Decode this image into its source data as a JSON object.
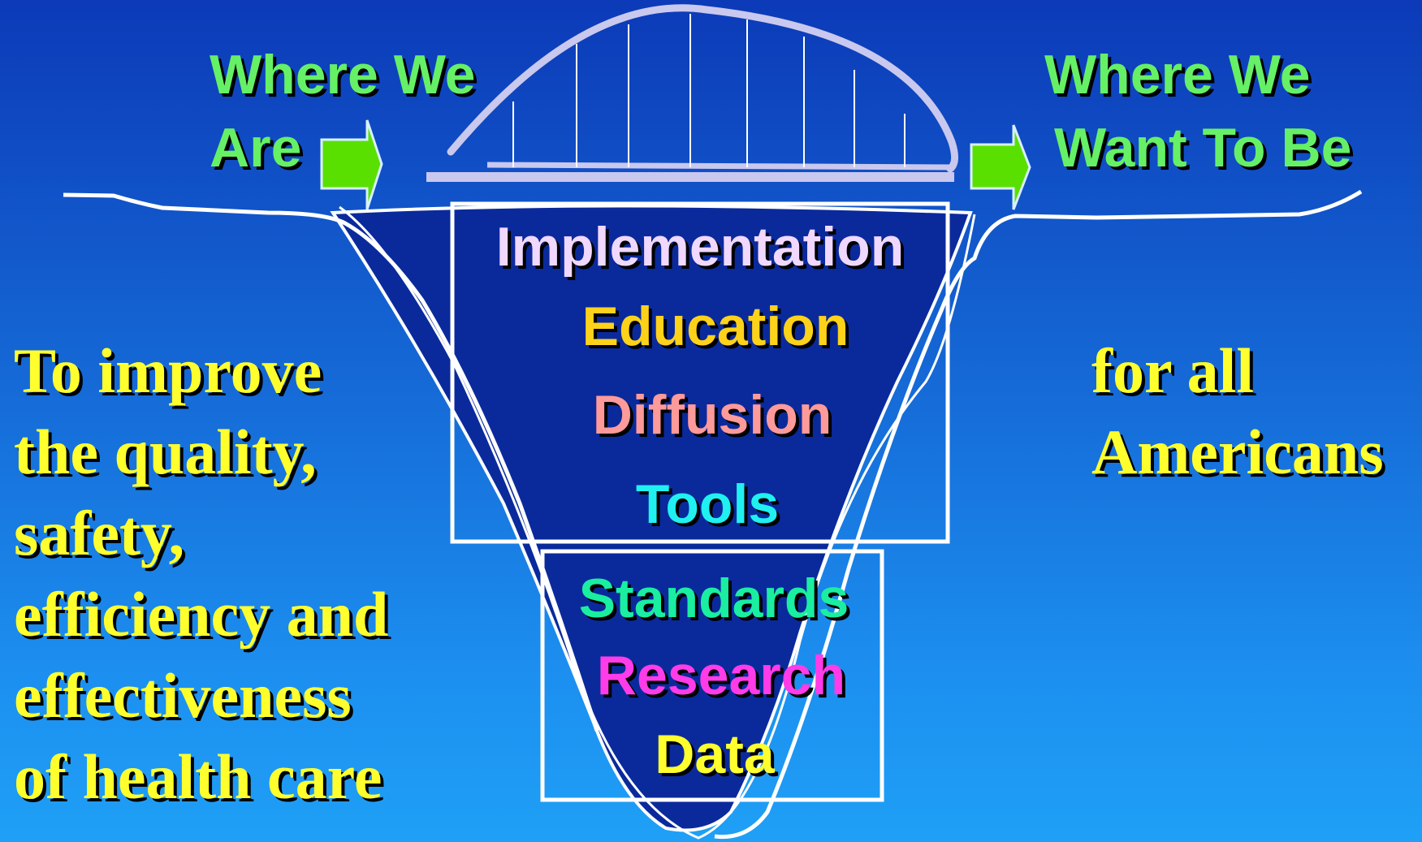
{
  "header": {
    "current_label": "Where We\nAre",
    "future_label": "Where We\nWant To Be"
  },
  "funnel": {
    "upper_items": [
      "Implementation",
      "Education",
      "Diffusion",
      "Tools"
    ],
    "lower_items": [
      "Standards",
      "Research",
      "Data"
    ]
  },
  "mission": {
    "left_lines": [
      "To improve",
      "the quality,",
      "safety,",
      "efficiency and",
      "effectiveness",
      "of health care"
    ],
    "right_lines": [
      "for all",
      "Americans"
    ]
  },
  "colors": {
    "green_label": "#66f066",
    "arrow_fill": "#5ae000",
    "funnel_fill": "#0a2a9c",
    "mission_text": "#ffff2e",
    "implementation": "#f0d8ff",
    "education": "#ffd21a",
    "diffusion": "#ff9a9a",
    "tools": "#20f0f0",
    "standards": "#1aeea0",
    "research": "#ff3ce8",
    "data": "#ffff2e"
  }
}
